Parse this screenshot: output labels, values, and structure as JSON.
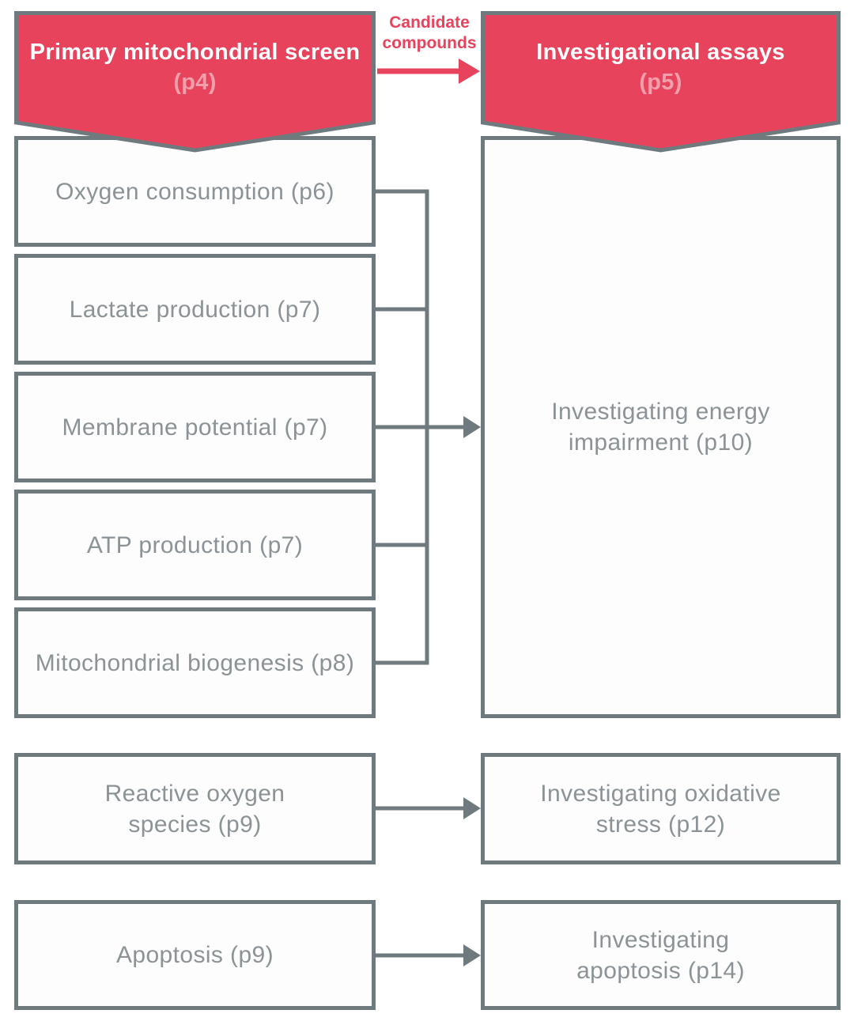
{
  "colors": {
    "accent_red": "#e8435c",
    "accent_pink": "#f29eab",
    "line_gray": "#6f7a7e",
    "text_gray": "#8b9396",
    "box_background": "#fdfdfd"
  },
  "header": {
    "left_banner": {
      "title": "Primary mitochondrial screen",
      "page_ref": "(p4)"
    },
    "right_banner": {
      "title": "Investigational assays",
      "page_ref": "(p5)"
    },
    "flow_label": "Candidate compounds"
  },
  "screen_boxes": [
    {
      "label": "Oxygen consumption (p6)"
    },
    {
      "label": "Lactate production (p7)"
    },
    {
      "label": "Membrane potential (p7)"
    },
    {
      "label": "ATP production (p7)"
    },
    {
      "label": "Mitochondrial biogenesis (p8)"
    }
  ],
  "energy_box": {
    "label": "Investigating energy impairment (p10)"
  },
  "oxidative_row": {
    "left": "Reactive oxygen species (p9)",
    "right": "Investigating oxidative stress (p12)"
  },
  "apoptosis_row": {
    "left": "Apoptosis (p9)",
    "right": "Investigating apoptosis (p14)"
  }
}
